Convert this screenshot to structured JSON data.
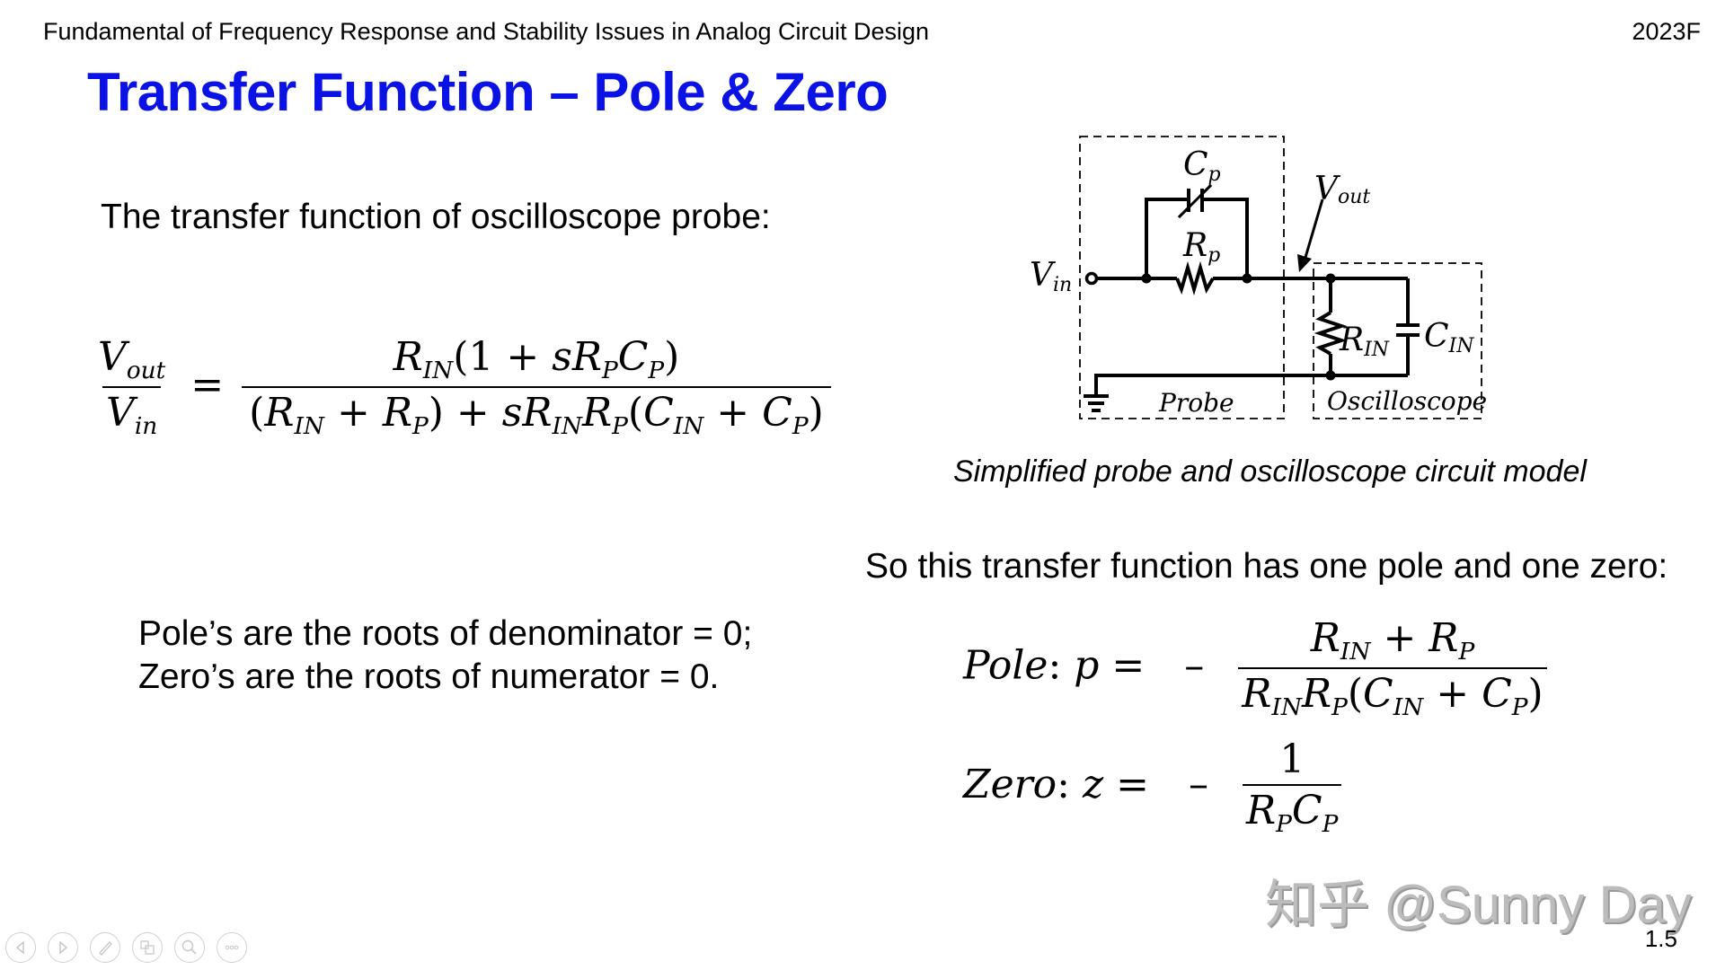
{
  "header": {
    "course_title": "Fundamental of Frequency Response and Stability Issues in Analog Circuit Design",
    "term": "2023F"
  },
  "slide": {
    "title": "Transfer Function – Pole & Zero",
    "intro": "The transfer function of oscilloscope probe:",
    "equation": {
      "lhs_num": "V_out",
      "lhs_den": "V_in",
      "rhs_num": "R_IN(1 + sR_P C_P)",
      "rhs_den": "(R_IN + R_P) + sR_IN R_P (C_IN + C_P)"
    },
    "roots_note": {
      "line1": "Pole’s are the roots of denominator  = 0;",
      "line2": "Zero’s are the roots of numerator = 0."
    },
    "circuit": {
      "caption": "Simplified probe and oscilloscope circuit model",
      "labels": {
        "vin": "V",
        "vin_sub": "in",
        "vout": "V",
        "vout_sub": "out",
        "cp": "C",
        "cp_sub": "p",
        "rp": "R",
        "rp_sub": "p",
        "rin": "R",
        "rin_sub": "IN",
        "cin": "C",
        "cin_sub": "IN",
        "probe": "Probe",
        "oscilloscope": "Oscilloscope"
      }
    },
    "conclusion": "So this transfer function has one pole and one zero:",
    "pole": {
      "label": "Pole",
      "var": "p",
      "sign": "–",
      "num": "R_IN + R_P",
      "den": "R_IN R_P (C_IN + C_P)"
    },
    "zero": {
      "label": "Zero",
      "var": "z",
      "sign": "–",
      "num": "1",
      "den": "R_P C_P"
    }
  },
  "watermark": "知乎 @Sunny Day",
  "page_number": "1.5",
  "nav_controls": [
    {
      "name": "previous",
      "icon": "arrow-left-icon"
    },
    {
      "name": "next",
      "icon": "arrow-right-icon"
    },
    {
      "name": "pen",
      "icon": "pen-icon"
    },
    {
      "name": "slides",
      "icon": "slides-icon"
    },
    {
      "name": "zoom",
      "icon": "magnifier-icon"
    },
    {
      "name": "more",
      "icon": "more-icon"
    }
  ]
}
